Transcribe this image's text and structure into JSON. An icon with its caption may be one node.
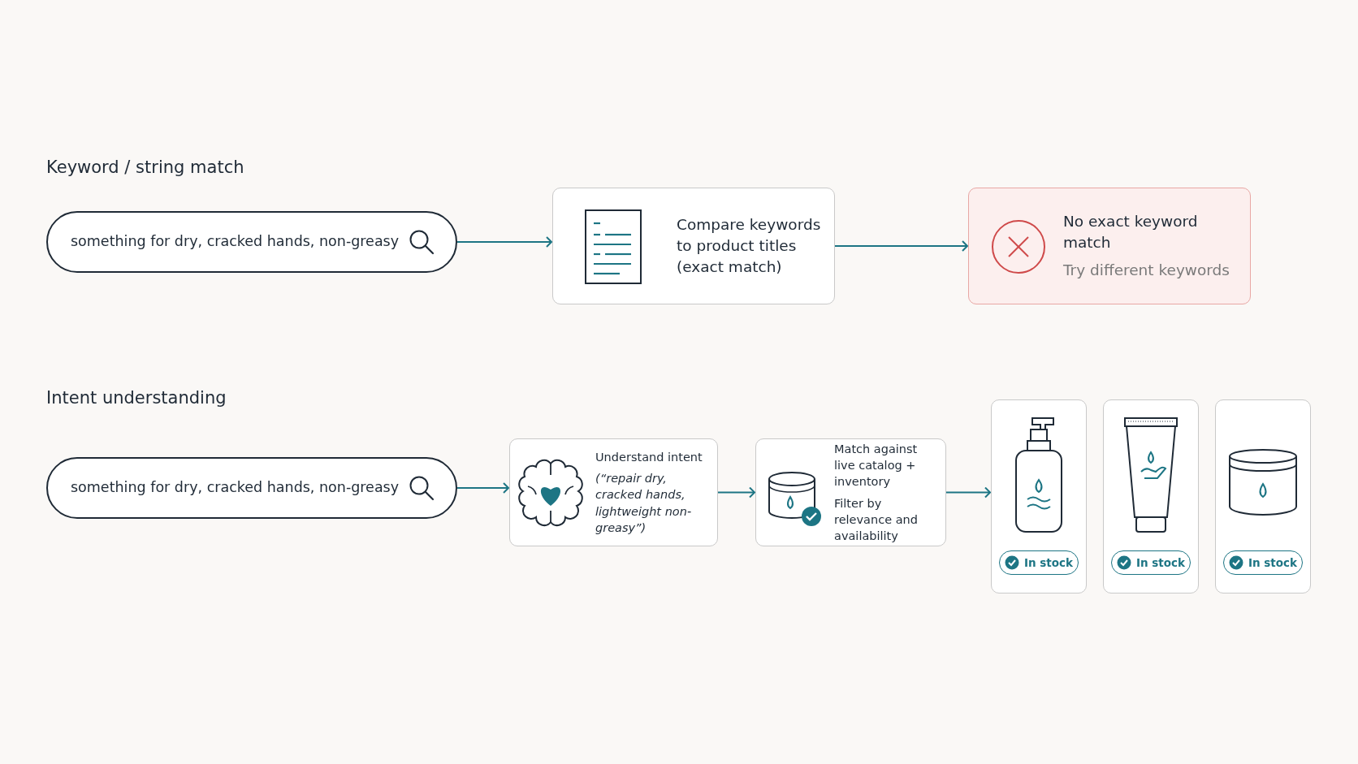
{
  "diagram": {
    "nodes": [
      {
        "text": [
          "something for dry, cracked hands, non-greasy"
        ]
      },
      {
        "text": [
          "Compare keywords to product titles (exact match)"
        ]
      },
      {
        "text": [
          "No exact keyword match",
          "Try different keywords"
        ]
      },
      {
        "text": [
          "something for dry, cracked hands, non-greasy"
        ]
      },
      {
        "text": [
          "Understand intent",
          "(“repair dry, cracked hands, lightweight non-greasy”)"
        ]
      },
      {
        "text": [
          "Match against live catalog + inventory",
          "Filter by relevance and availability"
        ]
      },
      {
        "text": [
          "In stock"
        ]
      },
      {
        "text": [
          "In stock"
        ]
      },
      {
        "text": [
          "In stock"
        ]
      }
    ],
    "edges": [
      {
        "from": 0,
        "to": 1,
        "arrow": "to"
      },
      {
        "from": 1,
        "to": 2,
        "arrow": "to"
      },
      {
        "from": 3,
        "to": 4,
        "arrow": "to"
      },
      {
        "from": 4,
        "to": 5,
        "arrow": "to"
      },
      {
        "from": 5,
        "to": 6,
        "arrow": "to"
      }
    ],
    "labels": [
      "Keyword / string match",
      "Intent understanding"
    ]
  }
}
